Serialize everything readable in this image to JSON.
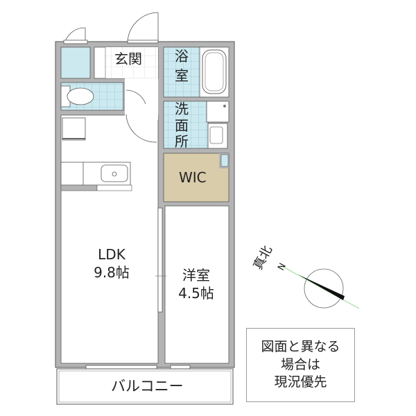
{
  "colors": {
    "wall": "#b4b4b4",
    "wall_outline": "#555555",
    "tile_blue": "#cde9f0",
    "tile_line": "#8fc4d4",
    "wic_tan": "#d9ccab",
    "floor": "#ffffff",
    "compass_line": "#7fd07f"
  },
  "rooms": {
    "genkan": "玄関",
    "bath_1": "浴",
    "bath_2": "室",
    "washroom_1": "洗",
    "washroom_2": "面",
    "washroom_3": "所",
    "wic": "WIC",
    "ldk_name": "LDK",
    "ldk_size": "9.8帖",
    "western_name": "洋室",
    "western_size": "4.5帖",
    "balcony": "バルコニー"
  },
  "compass": {
    "label": "真北",
    "north_letter": "N"
  },
  "note": {
    "line1": "図面と異なる",
    "line2": "場合は",
    "line3": "現況優先"
  }
}
